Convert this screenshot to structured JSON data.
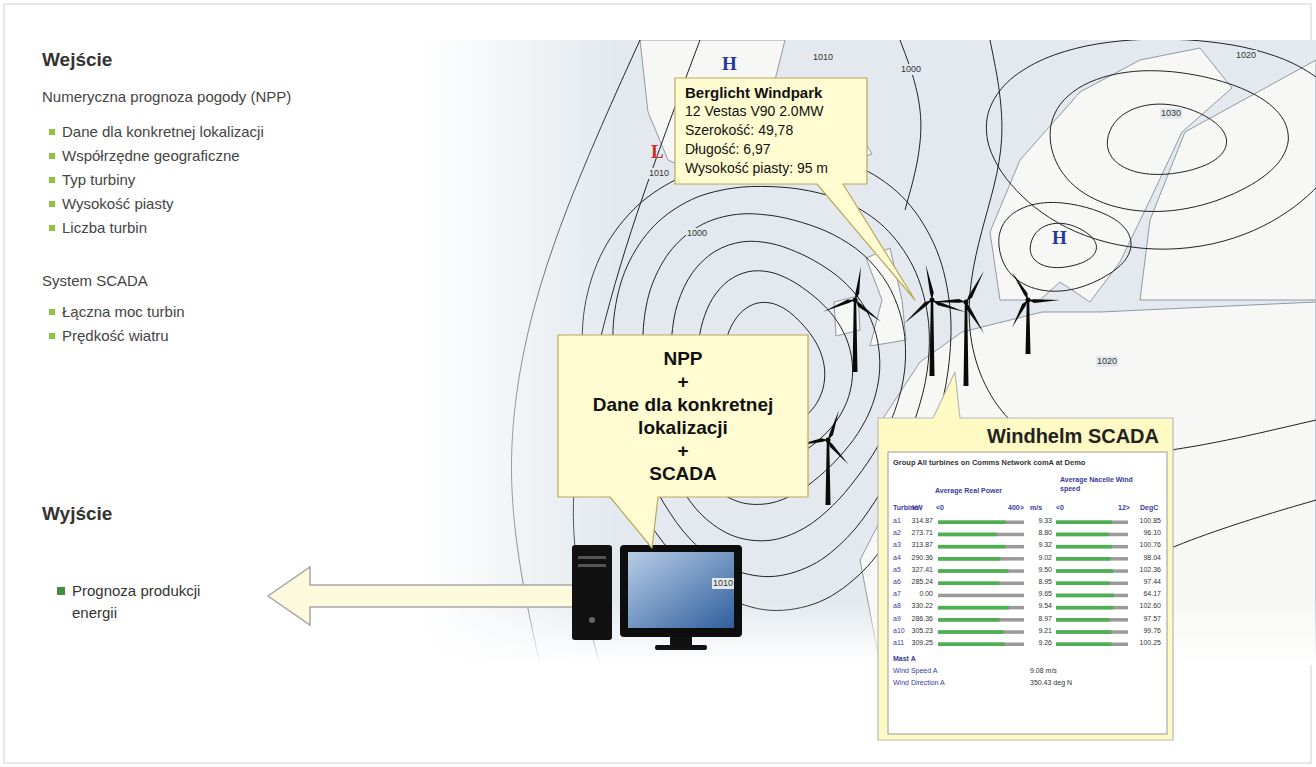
{
  "diagram": {
    "nodes": [
      {
        "text": [
          "Berglicht Windpark",
          "12 Vestas V90 2.0MW",
          "Szerokość: 49,78",
          "Długość: 6,97",
          "Wysokość piasty: 95 m"
        ]
      },
      {
        "text": [
          "NPP",
          "+",
          "Dane dla konkretnej lokalizacji",
          "+",
          "SCADA"
        ]
      },
      {
        "text": [
          "Windhelm SCADA"
        ]
      }
    ],
    "labels": [
      "Wejście",
      "Numeryczna prognoza pogody (NPP)",
      "Dane dla konkretnej lokalizacji",
      "Współrzędne geograficzne",
      "Typ turbiny",
      "Wysokość piasty",
      "Liczba turbin",
      "System SCADA",
      "Łączna moc turbin",
      "Prędkość wiatru",
      "Wyjście",
      "Prognoza produkcji energii",
      "H",
      "L",
      "H",
      "1020",
      "1030",
      "1010",
      "1000",
      "1010",
      "1000",
      "1020",
      "1010",
      "Group All turbines on Comms Network comA at Demo",
      "Average Real Power",
      "Average Nacelle Wind speed",
      "Turbine",
      "kW",
      "<0",
      "400>",
      "m/s",
      "<0",
      "12>",
      "DegC",
      "a1",
      "314.87",
      "9.33",
      "100.85",
      "a2",
      "273.71",
      "8.80",
      "96.10",
      "a3",
      "313.87",
      "9.32",
      "100.76",
      "a4",
      "290.36",
      "9.02",
      "98.04",
      "a5",
      "327.41",
      "9.50",
      "102.36",
      "a6",
      "285.24",
      "8.95",
      "97.44",
      "a7",
      "0.00",
      "9.65",
      "64.17",
      "a8",
      "330.22",
      "9.54",
      "102.60",
      "a9",
      "286.36",
      "8.97",
      "97.57",
      "a10",
      "305.23",
      "9.21",
      "99.76",
      "a11",
      "309.25",
      "9.26",
      "100.25",
      "Mast A",
      "Wind Speed A",
      "9.08 m/s",
      "Wind Direction A",
      "350.43 deg N"
    ]
  }
}
